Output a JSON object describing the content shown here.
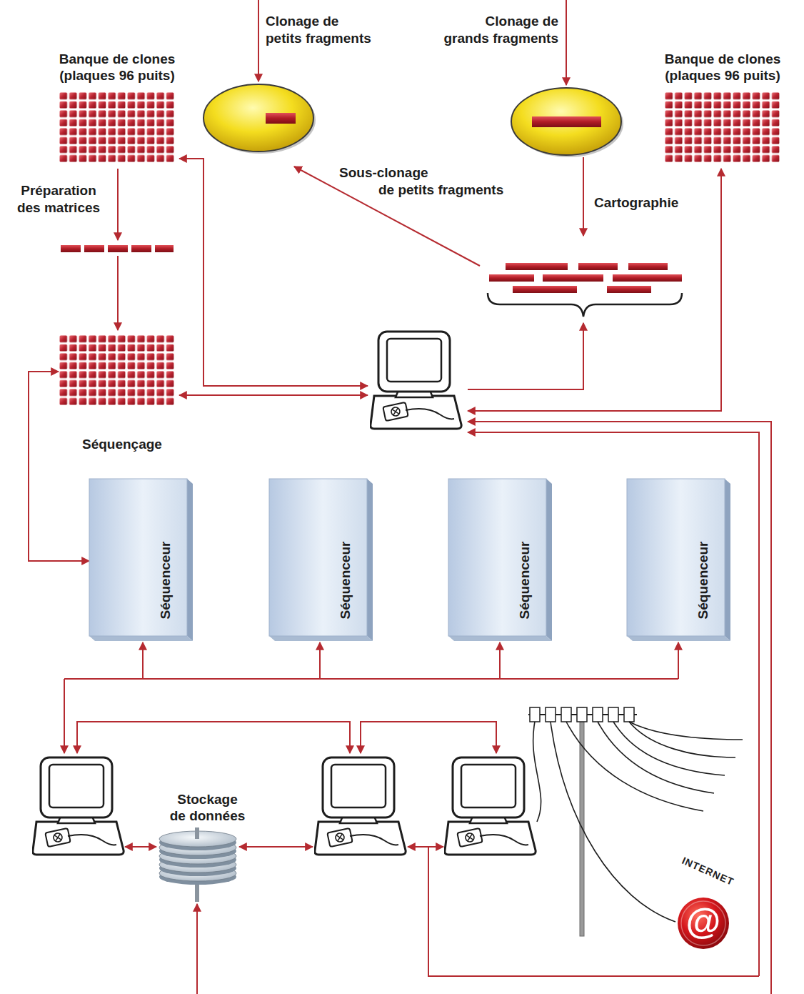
{
  "diagram": {
    "nodes": [
      {
        "text": [
          "Banque de clones (plaques 96 puits)"
        ]
      },
      {
        "text": [
          "Banque de clones (plaques 96 puits)"
        ]
      },
      {
        "text": [
          "Séquençage"
        ]
      },
      {
        "text": [
          "Séquenceur"
        ]
      },
      {
        "text": [
          "Séquenceur"
        ]
      },
      {
        "text": [
          "Séquenceur"
        ]
      },
      {
        "text": [
          "Séquenceur"
        ]
      },
      {
        "text": [
          "Stockage de données"
        ]
      },
      {
        "text": [
          "INTERNET",
          "@"
        ]
      }
    ],
    "edges": [
      {
        "from": 2,
        "to": 3,
        "arrow": "both"
      }
    ],
    "labels": [
      "Clonage de petits fragments",
      "Clonage de grands fragments",
      "Préparation des matrices",
      "Sous-clonage de petits fragments",
      "Cartographie"
    ]
  }
}
